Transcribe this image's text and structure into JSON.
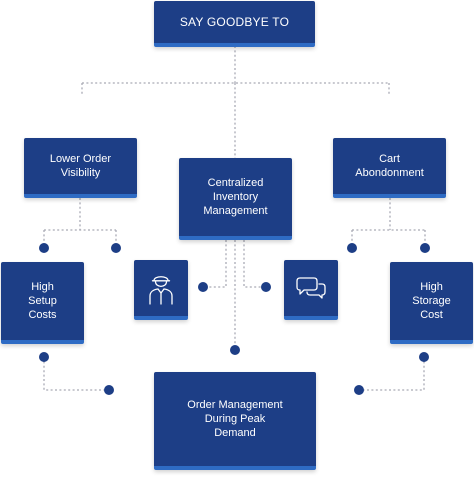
{
  "diagram": {
    "title": "SAY GOODBYE TO",
    "nodes": {
      "lower_order_visibility": "Lower Order\nVisibility",
      "centralized_inventory": "Centralized\nInventory\nManagement",
      "cart_abandonment": "Cart\nAbondonment",
      "high_setup_costs": "High\nSetup\nCosts",
      "high_storage_cost": "High\nStorage\nCost",
      "order_management": "Order Management\nDuring Peak\nDemand"
    },
    "icons": {
      "left_tile": "person-icon",
      "right_tile": "chat-bubbles-icon"
    },
    "colors": {
      "box_fill": "#1d3e86",
      "box_edge": "#2e6bc4",
      "connector": "#a9aab5",
      "dot": "#1d3e86",
      "text": "#ffffff"
    }
  }
}
